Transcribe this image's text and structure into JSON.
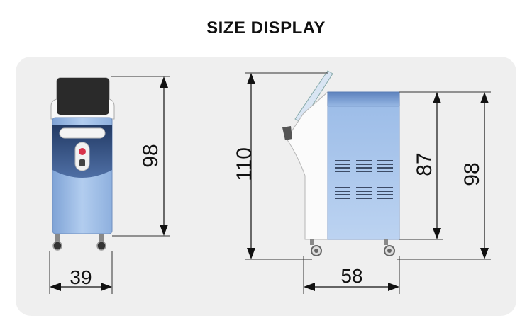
{
  "title": "SIZE DISPLAY",
  "front_view": {
    "height_label": "98",
    "width_label": "39"
  },
  "side_view": {
    "total_height_label": "110",
    "body_height_label": "87",
    "cabinet_height_label": "98",
    "depth_label": "58"
  },
  "colors": {
    "panel_bg": "#efefef",
    "body_blue": "#a9c6ea",
    "dark_blue": "#2e4a78",
    "shell_white": "#fbfbfb",
    "screen_dark": "#2a2a2a"
  }
}
